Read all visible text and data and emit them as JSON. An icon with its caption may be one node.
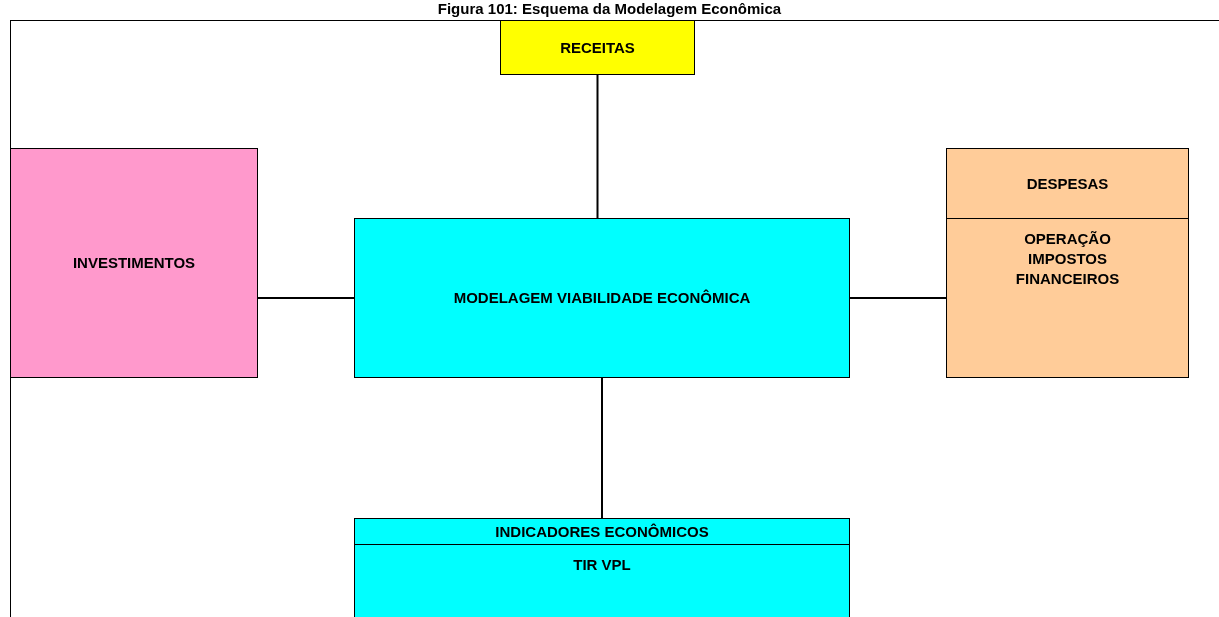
{
  "diagram": {
    "title": "Figura 101: Esquema da Modelagem Econômica",
    "nodes": [
      {
        "text": [
          "RECEITAS"
        ]
      },
      {
        "text": [
          "INVESTIMENTOS"
        ]
      },
      {
        "text": [
          "MODELAGEM VIABILIDADE ECONÔMICA"
        ]
      },
      {
        "text": [
          "DESPESAS",
          "OPERAÇÃO IMPOSTOS FINANCEIROS"
        ]
      },
      {
        "text": [
          "INDICADORES ECONÔMICOS",
          "TIR VPL"
        ]
      }
    ],
    "edges": [
      {
        "from": 0,
        "to": 2,
        "arrow": "none"
      },
      {
        "from": 1,
        "to": 2,
        "arrow": "none"
      },
      {
        "from": 2,
        "to": 3,
        "arrow": "none"
      },
      {
        "from": 2,
        "to": 4,
        "arrow": "none"
      }
    ]
  }
}
